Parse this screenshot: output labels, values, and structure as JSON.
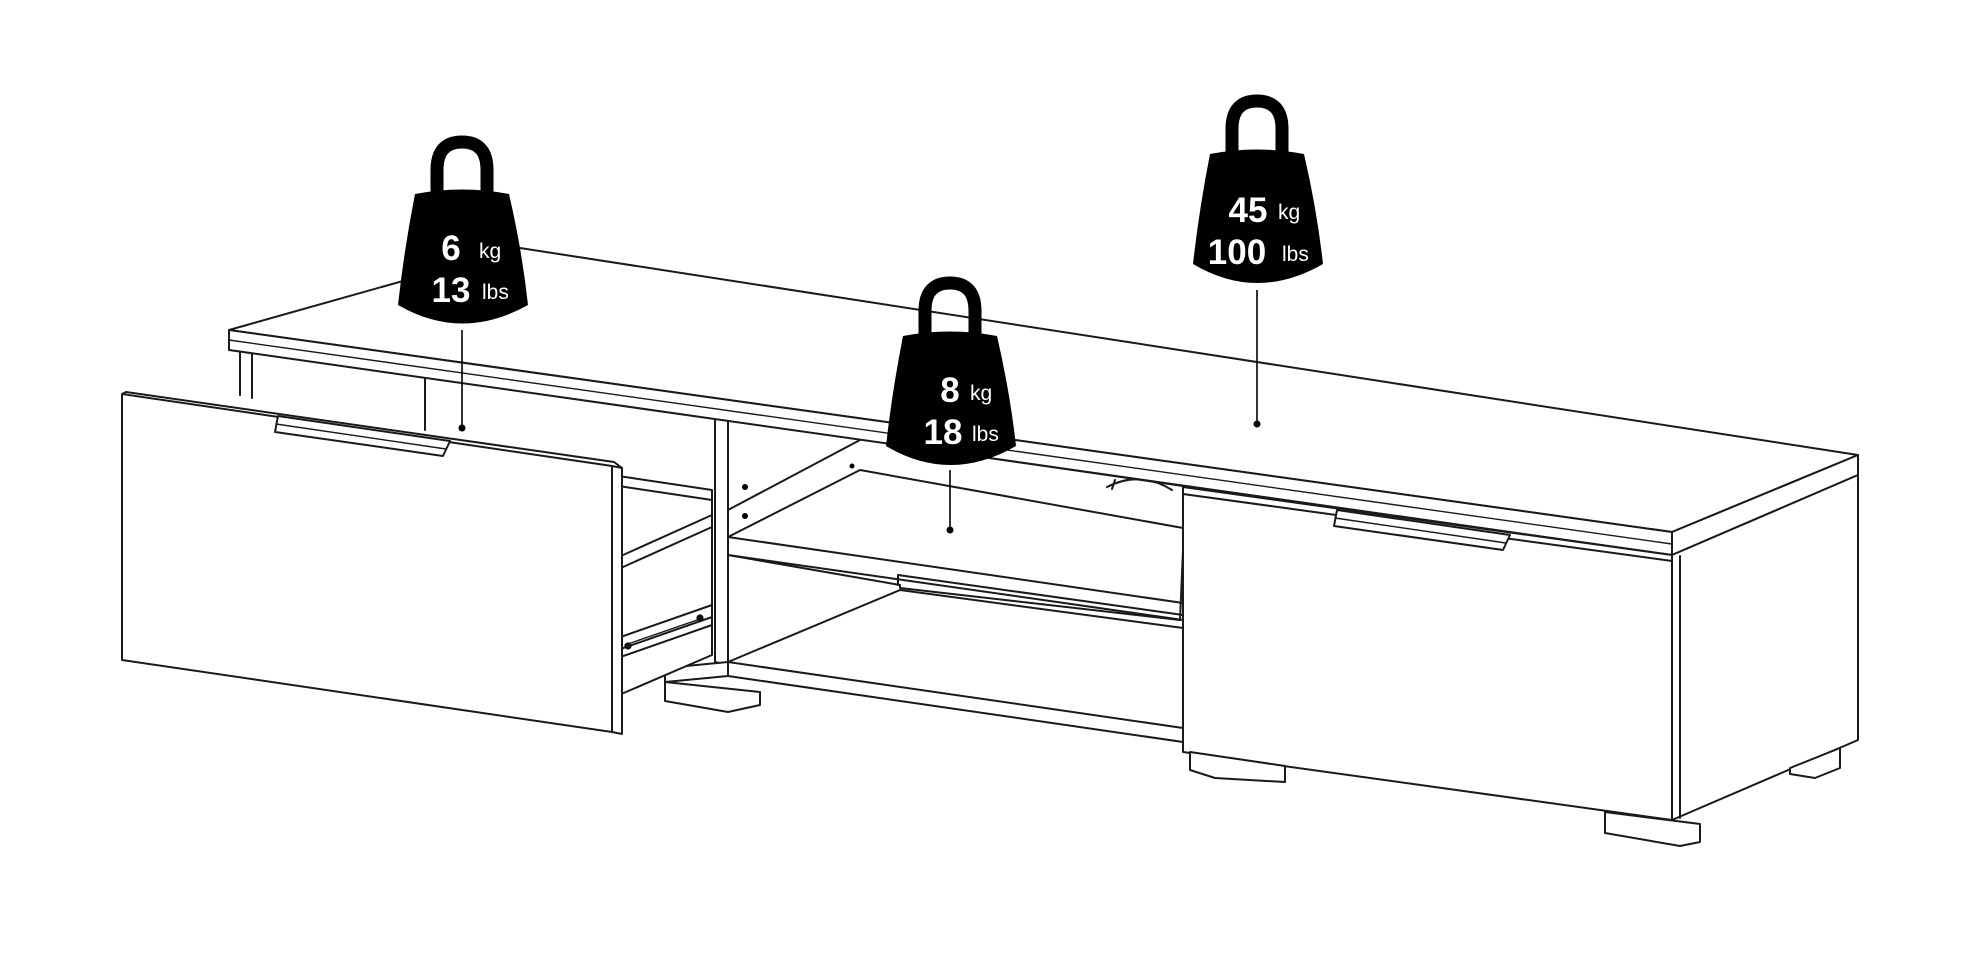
{
  "figure": {
    "subject": "TV bench with two drawers and open shelf compartment",
    "line_color": "#1a1a1a",
    "background": "#ffffff"
  },
  "weights": [
    {
      "id": "left-drawer",
      "kg_value": "6",
      "kg_unit": "kg",
      "lbs_value": "13",
      "lbs_unit": "lbs"
    },
    {
      "id": "middle-shelf",
      "kg_value": "8",
      "kg_unit": "kg",
      "lbs_value": "18",
      "lbs_unit": "lbs"
    },
    {
      "id": "top-surface",
      "kg_value": "45",
      "kg_unit": "kg",
      "lbs_value": "100",
      "lbs_unit": "lbs"
    }
  ],
  "icons": {
    "weight": "weight-icon",
    "fill_color": "#000000",
    "text_color": "#ffffff"
  }
}
